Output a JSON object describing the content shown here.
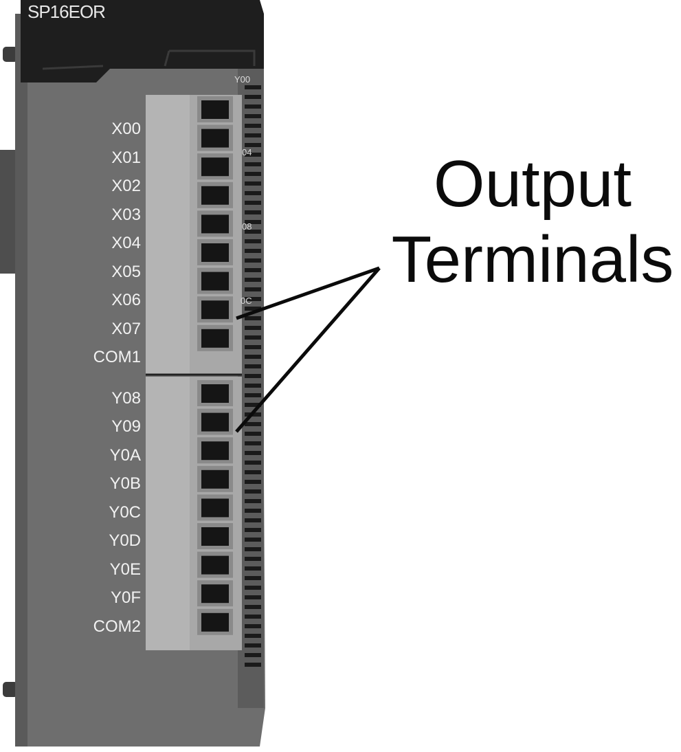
{
  "module": {
    "model": "SP16EOR",
    "side_markers": [
      "Y00",
      "04",
      "08",
      "0C"
    ],
    "upper_block": {
      "labels": [
        "X00",
        "X01",
        "X02",
        "X03",
        "X04",
        "X05",
        "X06",
        "X07",
        "COM1"
      ]
    },
    "lower_block": {
      "labels": [
        "Y08",
        "Y09",
        "Y0A",
        "Y0B",
        "Y0C",
        "Y0D",
        "Y0E",
        "Y0F",
        "COM2"
      ]
    }
  },
  "callout": {
    "line1": "Output",
    "line2": "Terminals"
  },
  "colors": {
    "housing": "#6e6e6e",
    "housing_dark": "#4a4a4a",
    "top_cap": "#1e1e1e",
    "terminal_block": "#a8a8a8",
    "terminal_hole": "#151515",
    "callout_line": "#0b0b0b"
  }
}
